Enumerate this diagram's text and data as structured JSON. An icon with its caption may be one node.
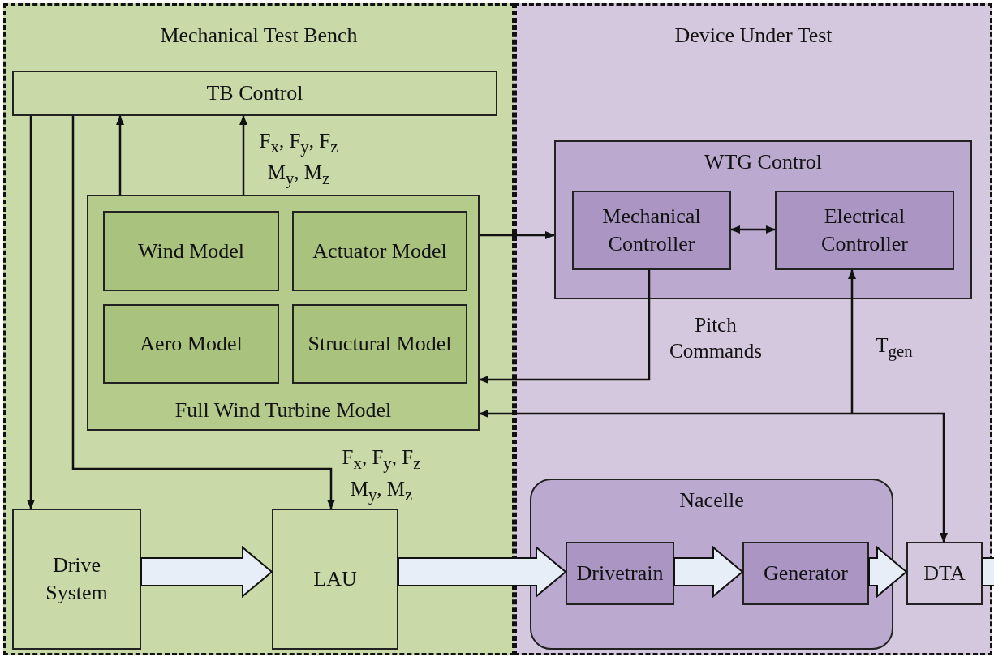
{
  "diagram": {
    "nodes": [
      {
        "text": [
          "Mechanical Test Bench"
        ]
      },
      {
        "text": [
          "Device Under Test"
        ]
      },
      {
        "text": [
          "TB Control"
        ],
        "in": 0
      },
      {
        "text": [
          "Full Wind Turbine Model"
        ],
        "in": 0
      },
      {
        "text": [
          "Wind Model"
        ],
        "in": 3
      },
      {
        "text": [
          "Actuator Model"
        ],
        "in": 3
      },
      {
        "text": [
          "Aero Model"
        ],
        "in": 3
      },
      {
        "text": [
          "Structural Model"
        ],
        "in": 3
      },
      {
        "text": [
          "Drive System"
        ],
        "in": 0
      },
      {
        "text": [
          "LAU"
        ],
        "in": 0
      },
      {
        "text": [
          "WTG Control"
        ],
        "in": 1
      },
      {
        "text": [
          "Mechanical Controller"
        ],
        "in": 10
      },
      {
        "text": [
          "Electrical Controller"
        ],
        "in": 10
      },
      {
        "text": [
          "Nacelle"
        ],
        "in": 1
      },
      {
        "text": [
          "Drivetrain"
        ],
        "in": 13
      },
      {
        "text": [
          "Generator"
        ],
        "in": 13
      },
      {
        "text": [
          "DTA"
        ],
        "in": 1
      }
    ],
    "edges": [
      {
        "from": 3,
        "to": 2,
        "arrow": "to"
      },
      {
        "from": 3,
        "to": 2,
        "arrow": "to",
        "label": "F$_{x}$, F$_{y}$, F$_{z}$ M$_{y}$, M$_{z}$"
      },
      {
        "from": 2,
        "to": 8,
        "arrow": "to"
      },
      {
        "from": 2,
        "to": 9,
        "arrow": "to",
        "label": "F$_{x}$, F$_{y}$, F$_{z}$ M$_{y}$, M$_{z}$"
      },
      {
        "from": 3,
        "to": 10,
        "arrow": "to"
      },
      {
        "from": 11,
        "to": 12,
        "arrow": "both"
      },
      {
        "from": 11,
        "to": 3,
        "arrow": "to",
        "label": "Pitch Commands"
      },
      {
        "from": null,
        "to": 3,
        "arrow": "to"
      },
      {
        "from": null,
        "to": 12,
        "arrow": "to",
        "label": "T$_{gen}$"
      },
      {
        "from": null,
        "to": 16,
        "arrow": "to"
      },
      {
        "from": 8,
        "to": 9,
        "arrow": "to",
        "style": "thick"
      },
      {
        "from": 9,
        "to": 14,
        "arrow": "to",
        "style": "thick"
      },
      {
        "from": 14,
        "to": 15,
        "arrow": "to",
        "style": "thick"
      },
      {
        "from": 15,
        "to": 16,
        "arrow": "to",
        "style": "thick"
      },
      {
        "from": 16,
        "to": null,
        "arrow": "to",
        "style": "thick"
      }
    ]
  }
}
